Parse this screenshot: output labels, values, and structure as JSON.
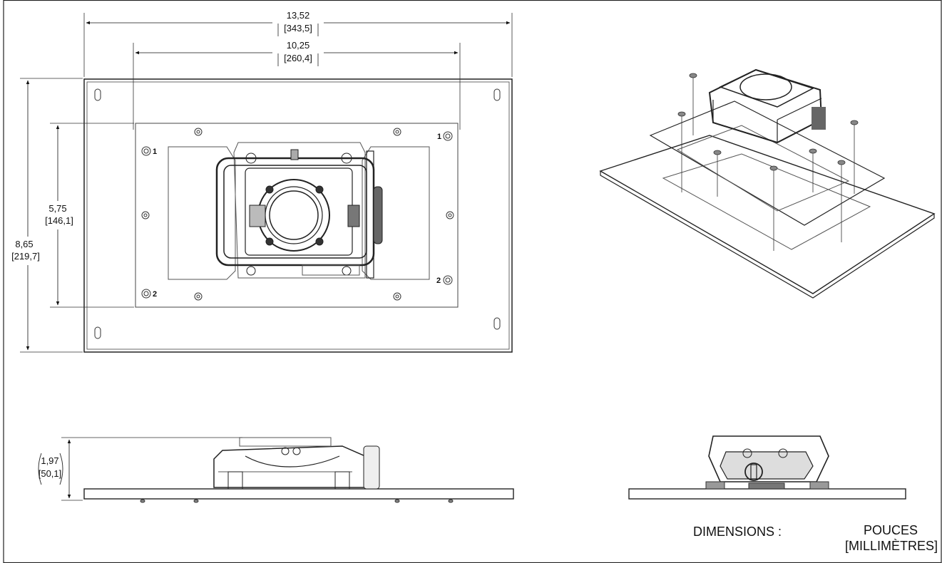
{
  "dimensions": {
    "overall_width": {
      "in": "13,52",
      "mm": "[343,5]"
    },
    "hole_spacing": {
      "in": "10,25",
      "mm": "[260,4]"
    },
    "inner_height": {
      "in": "5,75",
      "mm": "[146,1]"
    },
    "overall_height": {
      "in": "8,65",
      "mm": "[219,7]"
    },
    "profile_height": {
      "in": "1,97",
      "mm": "[50,1]"
    }
  },
  "hole_markers": [
    "1",
    "1",
    "2",
    "2"
  ],
  "legend": {
    "label": "DIMENSIONS :",
    "unit_primary": "POUCES",
    "unit_secondary": "[MILLIMÈTRES]"
  }
}
